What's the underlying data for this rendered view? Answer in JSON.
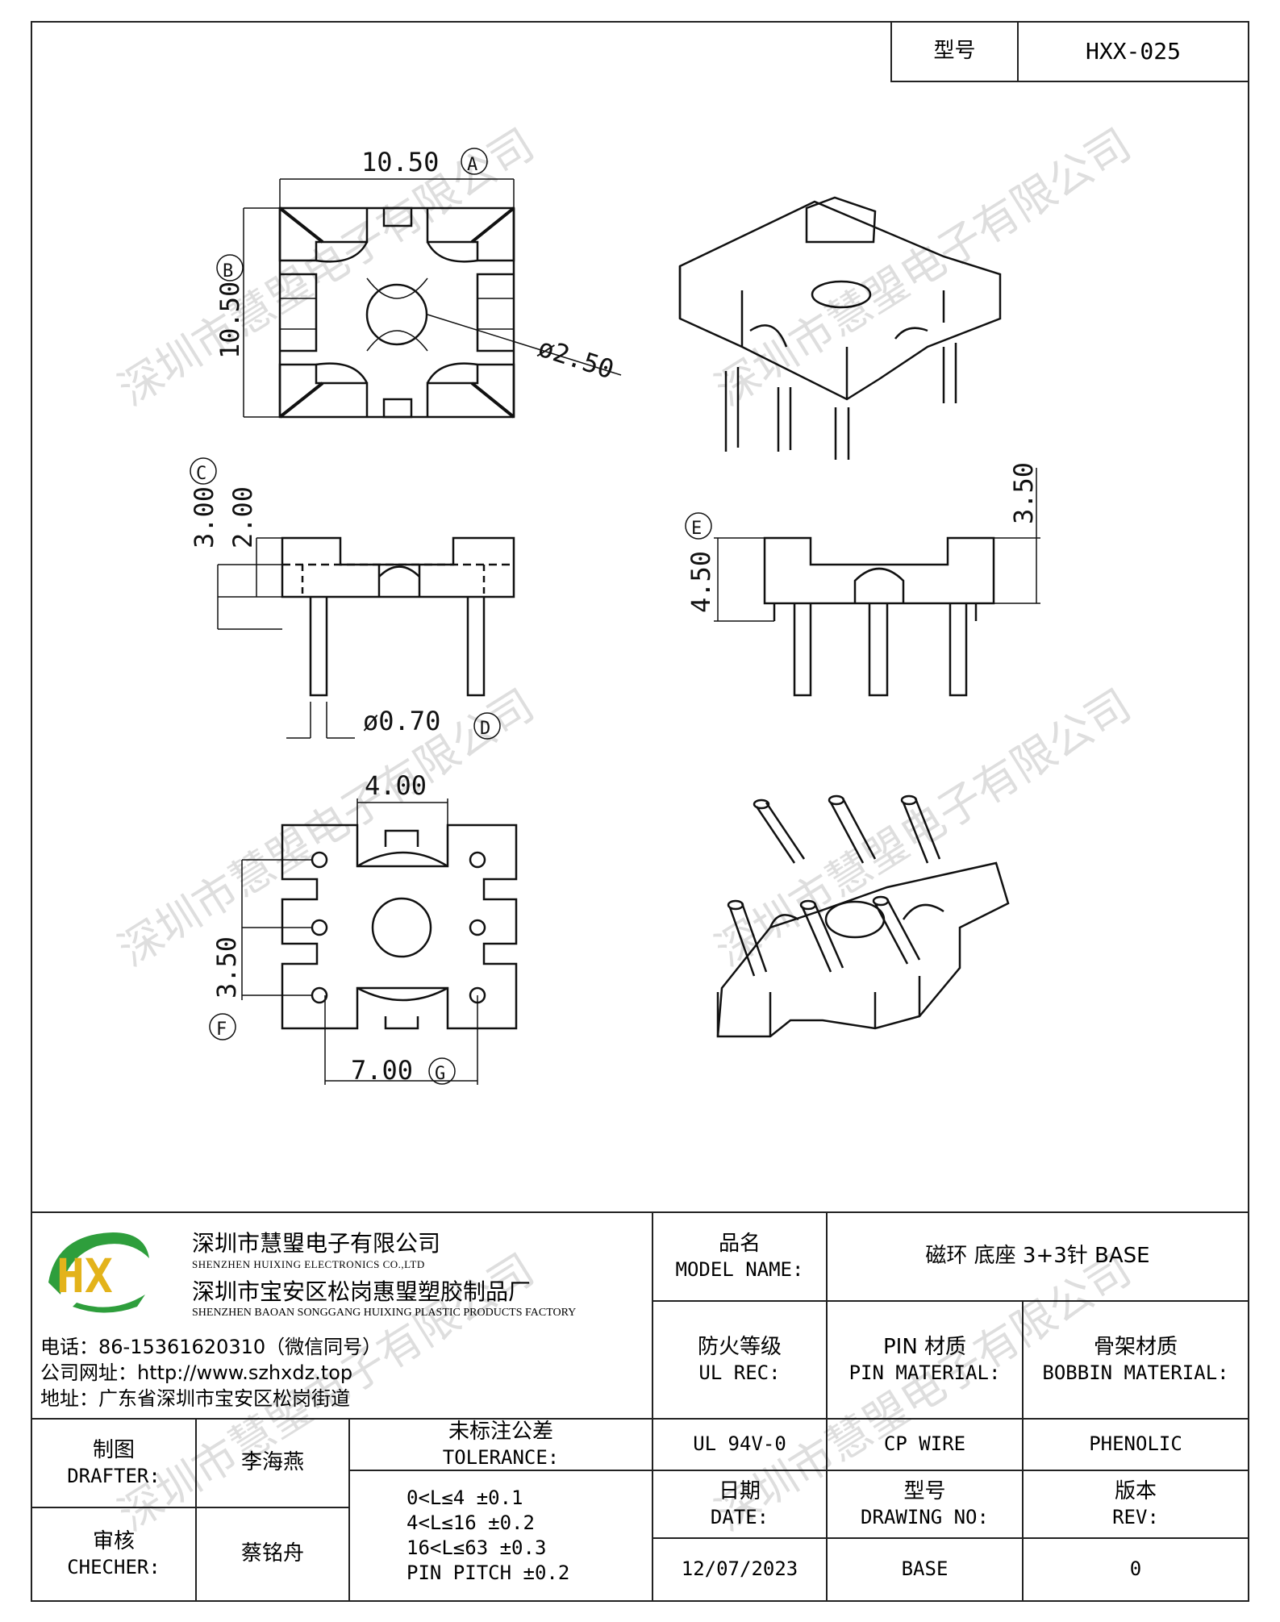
{
  "title_block": {
    "model_label": "型号",
    "model_value": "HXX-025"
  },
  "drawing": {
    "dim_width": "10.50",
    "dim_height": "10.50",
    "hole_dia": "ø2.50",
    "dim_3_00": "3.00",
    "dim_2_00": "2.00",
    "pin_dia": "ø0.70",
    "dim_3_50_side": "3.50",
    "dim_4_50": "4.50",
    "dim_4_00": "4.00",
    "dim_3_50_bottom": "3.50",
    "dim_7_00": "7.00",
    "mark_a": "A",
    "mark_b": "B",
    "mark_c": "C",
    "mark_d": "D",
    "mark_e": "E",
    "mark_f": "F",
    "mark_g": "G"
  },
  "company": {
    "name_cn": "深圳市慧琞电子有限公司",
    "name_en": "SHENZHEN HUIXING ELECTRONICS CO.,LTD",
    "factory_cn": "深圳市宝安区松岗惠琞塑胶制品厂",
    "factory_en": "SHENZHEN BAOAN SONGGANG HUIXING PLASTIC PRODUCTS FACTORY",
    "phone": "电话：86-15361620310（微信同号）",
    "website": "公司网址：http://www.szhxdz.top",
    "address": "地址：广东省深圳市宝安区松岗街道",
    "logo_text": "HX",
    "logo_colors": {
      "green": "#2e9e3c",
      "yellow": "#e3b31b"
    }
  },
  "info": {
    "model_name_cn": "品名",
    "model_name_en": "MODEL NAME:",
    "model_name_value": "磁环 底座 3+3针  BASE",
    "ul_cn": "防火等级",
    "ul_en": "UL REC:",
    "pin_mat_cn": "PIN 材质",
    "pin_mat_en": "PIN MATERIAL:",
    "bobbin_cn": "骨架材质",
    "bobbin_en": "BOBBIN MATERIAL:",
    "ul_value": "UL 94V-0",
    "pin_value": "CP WIRE",
    "bobbin_value": "PHENOLIC",
    "date_cn": "日期",
    "date_en": "DATE:",
    "drawing_no_cn": "型号",
    "drawing_no_en": "DRAWING NO:",
    "rev_cn": "版本",
    "rev_en": "REV:",
    "date_value": "12/07/2023",
    "drawing_no_value": "BASE",
    "rev_value": "0"
  },
  "signoff": {
    "drafter_cn": "制图",
    "drafter_en": "DRAFTER:",
    "drafter_name": "李海燕",
    "checker_cn": "审核",
    "checker_en": "CHECHER:",
    "checker_name": "蔡铭舟",
    "tol_cn": "未标注公差",
    "tol_en": "TOLERANCE:",
    "tol_1": "0<L≤4  ±0.1",
    "tol_2": "4<L≤16 ±0.2",
    "tol_3": "16<L≤63 ±0.3",
    "tol_4": "PIN PITCH ±0.2"
  },
  "watermark": "深圳市慧琞电子有限公司"
}
